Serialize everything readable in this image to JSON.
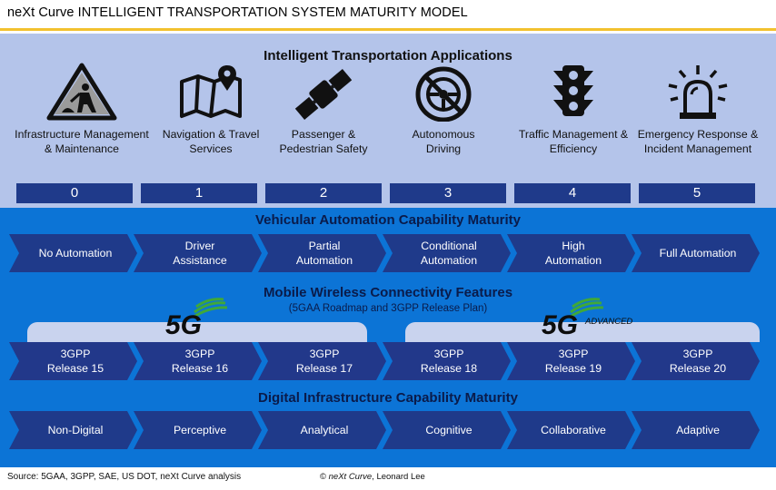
{
  "title": "neXt Curve INTELLIGENT TRANSPORTATION SYSTEM MATURITY MODEL",
  "applications": {
    "heading": "Intelligent Transportation Applications",
    "items": [
      {
        "line1": "Infrastructure Management",
        "line2": "& Maintenance",
        "icon": "construction-worker-sign-icon"
      },
      {
        "line1": "Navigation & Travel",
        "line2": "Services",
        "icon": "map-pin-icon"
      },
      {
        "line1": "Passenger &",
        "line2": "Pedestrian Safety",
        "icon": "satellite-icon"
      },
      {
        "line1": "Autonomous",
        "line2": "Driving",
        "icon": "no-steering-wheel-icon"
      },
      {
        "line1": "Traffic Management &",
        "line2": "Efficiency",
        "icon": "traffic-light-icon"
      },
      {
        "line1": "Emergency Response &",
        "line2": "Incident Management",
        "icon": "emergency-beacon-icon"
      }
    ]
  },
  "levels": [
    "0",
    "1",
    "2",
    "3",
    "4",
    "5"
  ],
  "vehicular": {
    "heading": "Vehicular Automation Capability Maturity",
    "items": [
      {
        "line1": "No Automation",
        "line2": ""
      },
      {
        "line1": "Driver",
        "line2": "Assistance"
      },
      {
        "line1": "Partial",
        "line2": "Automation"
      },
      {
        "line1": "Conditional",
        "line2": "Automation"
      },
      {
        "line1": "High",
        "line2": "Automation"
      },
      {
        "line1": "Full Automation",
        "line2": ""
      }
    ]
  },
  "wireless": {
    "heading": "Mobile Wireless Connectivity Features",
    "subheading": "(5GAA Roadmap and 3GPP Release Plan)",
    "logo_5g": "5G",
    "logo_5g_advanced": "5G",
    "logo_advanced_word": "ADVANCED",
    "items": [
      {
        "line1": "3GPP",
        "line2": "Release 15"
      },
      {
        "line1": "3GPP",
        "line2": "Release 16"
      },
      {
        "line1": "3GPP",
        "line2": "Release 17"
      },
      {
        "line1": "3GPP",
        "line2": "Release 18"
      },
      {
        "line1": "3GPP",
        "line2": "Release 19"
      },
      {
        "line1": "3GPP",
        "line2": "Release 20"
      }
    ]
  },
  "digital": {
    "heading": "Digital Infrastructure Capability Maturity",
    "items": [
      {
        "line1": "Non-Digital",
        "line2": ""
      },
      {
        "line1": "Perceptive",
        "line2": ""
      },
      {
        "line1": "Analytical",
        "line2": ""
      },
      {
        "line1": "Cognitive",
        "line2": ""
      },
      {
        "line1": "Collaborative",
        "line2": ""
      },
      {
        "line1": "Adaptive",
        "line2": ""
      }
    ]
  },
  "footer": {
    "source": "Source: 5GAA, 3GPP, SAE, US DOT, neXt Curve analysis",
    "copyright_symbol": "©",
    "copyright_brand": "neXt Curve",
    "copyright_author": ", Leonard Lee"
  },
  "colors": {
    "gold": "#f2c12e",
    "app_panel": "#b4c4ea",
    "blue_panel": "#0c74d6",
    "chevron": "#1f3a8a",
    "chevron_release": "#22388a",
    "logo_green": "#3fa83a"
  }
}
